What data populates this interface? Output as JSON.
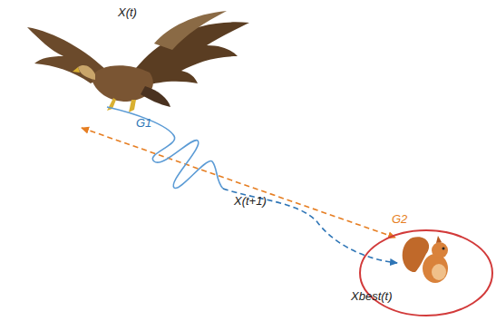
{
  "diagram": {
    "nodes": [
      {
        "text": [
          "Xbest(t)"
        ]
      }
    ],
    "labels": [
      "X(t)",
      "G1",
      "G2",
      "X(t+1)"
    ]
  }
}
